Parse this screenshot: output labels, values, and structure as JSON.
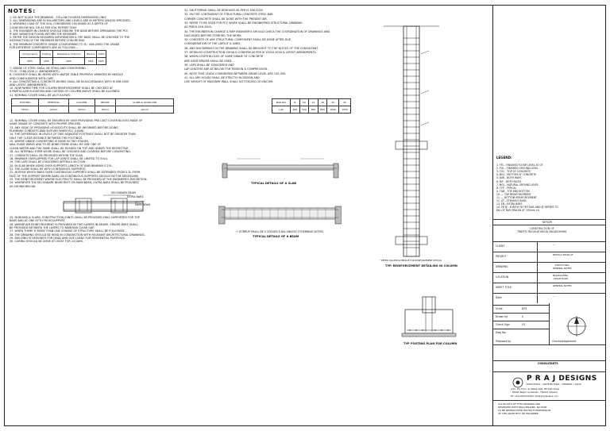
{
  "notes_title": "NOTES:",
  "notes_col1": [
    "1. DO NOT SCALE THE DRAWING - FOLLOW FIGURED DIMENSIONS ONLY.",
    "2. ALL DIMENSIONS ARE IN MILLIMETERS AND LEVELS ARE IN METERS UNLESS SPECIFIED.",
    "3. WORKING LOAD OF THE SOIL CONSIDERED 200 KN/M2 AT A DEPTH OF",
    "   2.00M BELOW NGL OR AS PER SOIL REPORT ONLY.",
    "4. THE ENGINEER-IN-CHARGE SHOULD ENSURE THE BASE BEFORE SPREADING THE PCC",
    "   IF ANY VARIATION FOUND INFORM THE DESIGNER.",
    "5. REFER THE DESIGN REQUIRED INFORMATION & THE BASE SHALL BE CHECKED TO THE",
    "   SATISFACTION OF THE ENGINEER BEFORE CONCRETING.",
    "6. THE MINIMUM CONCRETE GRADE (CONFORMING TO IS : 456-2000) THE GRADE",
    "   FOR DIFFERENT COMPONENTS ARE AS FOLLOWS :-"
  ],
  "grade_table": {
    "headers": [
      "Components",
      "Footing",
      "Pedestal & Columns",
      "Beams",
      "Slabs"
    ],
    "values": [
      "M25",
      "M25",
      "M25",
      "M25",
      "M25"
    ]
  },
  "notes_col1b": [
    "7. GRADE OF STEEL SHALL BE FE500 AND CONFORMING",
    "   TO IS : 1786-2008 (+ AMENDMENTS).",
    "8. CONCRETE SHALL BE MIXED WITH WATER TABLE PROPERLY VIBRATED BY NEEDLE",
    "   AND CONSOLIDATED WITH CARE.",
    "9. ALL CONCRETING & CONCRETE WORKS SHALL BE IN ACCORDANCE WITH IS 456:2000",
    "   AND LATEST AMENDMENTS.",
    "10. NOW WHEN TIME FOR COLUMN REINFORCEMENT SHALL BE CHECKED AT",
    "   A PARTICULAR ELEVATION AND CASTING OF COLUMN ABOVE SHALL BE ALLOWED.",
    "11. NOMINAL COVER SHALL BE AS FOLLOWS:"
  ],
  "cover_table": {
    "headers": [
      "FOOTING",
      "PEDESTAL",
      "COLUMN",
      "BEAMS",
      "SLABS & STAIRCASE"
    ],
    "values": [
      "50mm",
      "40mm",
      "40mm",
      "25mm",
      "20mm"
    ]
  },
  "notes_col1c": [
    "12. NOMINAL COVER SHALL BE ENSURED BY ONLY PROVIDING PRE-CAST COVER BLOCKS MADE OF",
    "   SAME GRADE OF CONCRETE WITH PROPER SPACERS.",
    "13. ANY ISSUE OF PROVIDING HOLES/CUTS SHALL BE INFORMED BEFORE DOING",
    "   PLUMBING CONDUITS AND SLEEVES WHEN PCC (LEAN).",
    "14. THE DIFFERENCE IN LEVELS OF TWO ADJACENT FOOTINGS SHALL NOT BE GREATER THAN",
    "   HALF THE CLEAR DISTANCE BETWEEN THE FOOTINGS.",
    "15. WHERE GRADE CONCRETING IS DONE IN TWO STAGES,",
    "   NAIL GUIDE WIRES AND TO BE BOND THERE SHALL BE ONE ONE OF",
    "   CLEAN WATER AND THE SAME SHALL BE RUSHED ON TOP AND UNDER THE RESPECTIVE.",
    "16. ALL INTERNAL FORM WORK SHALL BE CHECKED AND CLEARED BEFORE CONCRETING.",
    "17. CONDUITS SHALL BE PROVIDED WITHIN THE SLAB.",
    "18. MINIMUM OVERLAPPING FOR LAP JOINTS SHALL BE LIMITED TO 50Ld.",
    "19. THE LAPS SHALL BE STAGGERED WITHIN A SECTION.",
    "20. IN SLAB WHEN USING OVER SUPPORTS LENGTH OF BAR MINIMUM 0.25L.",
    "21. THE SLABS SHALL BE WITH CONTINUOUS SUPPORTS.",
    "22. IN EDGE WHICH BARS OVER CONTINUOUS SUPPORTS SHALL BE EXTENDED FROM 0.3L FROM",
    "   FACE OF THE SUPPORT WHERE BARS ON CONTINUOUS SUPPORTS SHOULD NOT BE NECESSARY.",
    "23. THE REINFORCEMENT WHERE ELECTRICITY SHALL BE PROVIDED AT THE ENGINEER'S DISCRETION.",
    "24. WHENEVER THE SECONDARY BEAM REST ON MAIN BEAM, EXTRA BARS SHALL BE PROVIDED",
    "   AS SHOWN BELOW."
  ],
  "detail_labels": {
    "secondary_beam": "SECONDARY BEAM",
    "extra_bars": "EXTRA BARS",
    "main_beam": "MAIN BEAM"
  },
  "notes_col1d": [
    "25. IN BEAMS & SLABS, CONSTRUCTION JOINTS SHALL BE PROVIDED ONLY SUPPORTED FOR TOP",
    "   BARS AND AT ONE FIFTH FROM SUPPORT.",
    "26. WHENEVER REINFORCEMENT IS PROVIDED IN TWO LAYERS IN BEAMS, SPACER BARS SHALL",
    "   BE PROVIDED BETWEEN THE LAYERS TO MAINTAIN CLEAR GAP.",
    "27. WHEN THERE IS MORE THAN ONE CHANGE OF STRUCTURE SHALL BE FOLLOWED.",
    "28. THE DRAWING SHOULD BE READ IN CONJUNCTION WITH RELEVANT ARCHITECTURAL DRAWINGS.",
    "29. BUILDING IS DESIGNED FOR DEAD AND LIVE LOADS FOR RESIDENTIAL PURPOSES.",
    "30. CURING SHOULD BE DONE AT LEAST FOR 14 DAYS."
  ],
  "notes_col2": [
    "31. SHUTTERING SHALL BE REMOVED AS PER IS 456-2000.",
    "32. ON THE CONTINGENT OF STRUCTURAL CONCRETE STEEL BAR",
    "   CORNER CONCRETE SHALL BE DONE WITH THE PRESENT AIR.",
    "33. REFER TO BE USED FOR PCC WORK SHALL BE ENGINEERED STRUCTURAL DRAWING",
    "   AS PER IS 456-2000.",
    "34. THE ENGINEER-IN-CHARGE & MEP ENGINEER'S SHOULD CHECK THE COORDINATION OF DRAWINGS AND",
    "   DISCUSSED BEFORE STARTING THE WORK.",
    "35. CONCRETE OF ANY STRUCTURAL COMPONENT SHALL BE DONE AFTER DUE",
    "   CONSIDERATION OF THE LAYOUT & LINES.",
    "36. ANY DISCREPANCY IN THE DRAWING SHALL BE BROUGHT TO THE NOTICE OF THE CONSULTANT.",
    "37. DETAILED CONSTRUCTION SHOULD CONFIRM AS PER IS 13920-2016 & LATEST AMENDMENTS.",
    "38. WHEN COVER BLOCKS OF SAME GRADE OF CONCRETE",
    "   ARE USED SPACER SHALL BE USED.",
    "39. LAPS SHALL BE STAGGERED AND",
    "   LAP LENGTHS ARE AS BELOW FOR TENSION & COMPRESSION.",
    "40. NOTE THAT LEADS CONSIDERED BETWEEN GRADE LEVEL ARE 150-300.",
    "41. ALL ARE HOLDS SHALL BE STRICTLY IN DESIGN AND",
    "   LIVE WEIGHT OF MASONRY WALL SHALL NOT EXCEED 20 KN/CUM."
  ],
  "lap_table": {
    "headers": [
      "BAR DIA",
      "8",
      "10",
      "12",
      "16",
      "20",
      "25"
    ],
    "values": [
      "LAP",
      "400",
      "500",
      "600",
      "800",
      "1000",
      "1250"
    ]
  },
  "captions": {
    "slab": "TYPICAL DETAILS OF A SLAB",
    "beam": "TYPICAL DETAILS OF A BEAM",
    "beam_note": "* STIRRUP SHALL BE 2 LEGGED 8 DIA UNLESS OTHERWISE NOTED",
    "column": "TYP. REINFORCEMENT DETAILING IN COLUMN",
    "column_note": "* REFER COLUMN SCHEDULE FOR REINFORCEMENT DETAILS",
    "footing": "TYP FOOTING PLAN FOR COLUMN"
  },
  "legend": {
    "title": "LEGEND:",
    "items": [
      "1. FFL - FINISHED FLOOR LEVEL AT GF",
      "2. FGL - FINISHED GROUND LEVEL",
      "3. TOC - TOP OF CONCRETE",
      "4. BOC - BOTTOM OF CONCRETE",
      "5. B/W - BOTH WAYS",
      "6. B/F - BOTH FACES",
      "7. NGL - NATURAL GROUND LEVEL",
      "8. TYP - TYPICAL",
      "9. T&B - TOP AND BOTTOM",
      "10. — TOP REINFORCEMENT",
      "11. — BOTTOM REINFORCEMENT",
      "12. ST - STRAIGHT BARS",
      "13. EB - EXTRA BARS",
      "14. Y8 @ - 8 WITH Y8 TMT BAR AND @ REFERS TO",
      "    DIA OF BAR SPACED AT 200mm c/c"
    ]
  },
  "title_block": {
    "key_label": "KEY/DR",
    "project": "CONSTRUCTION OF\nTRAFFIC REGULATION AT BALDIGHONG",
    "rows": [
      {
        "label": "CLIENT",
        "value": "—"
      },
      {
        "label": "PROJECT",
        "value": "DETAILS SHOW AT"
      },
      {
        "label": "DRAWING",
        "value": "STRUCTURAL\nGENERAL NOTES"
      },
      {
        "label": "LOCATION",
        "value": "BALDIGHONG,\nASSAM ROAD"
      },
      {
        "label": "SHEET TITLE",
        "value": "GENERAL NOTES"
      },
      {
        "label": "Date",
        "value": "—"
      }
    ],
    "small": [
      {
        "label": "Scale",
        "value": "NTS"
      },
      {
        "label": "Drawn by",
        "value": "S"
      },
      {
        "label": "Check Sign",
        "value": "CS"
      },
      {
        "label": "Dwg No.",
        "value": ""
      }
    ],
    "prepared_label": "Prepared by",
    "checked_label": "Checked/Approved",
    "consultants": "CONSULTANTS",
    "company": "P R A J  DESIGNS",
    "company_sub": "STRUCTURAL • ARCHITECTURAL • INTERIOR • VASTU",
    "company_addr": "2/15, 3rd Floor, Sri Balaji Apts, 4th Main Road\nBikash Nagar, Guwahati - 781021 (Assam)",
    "company_contact": "Ph:+91-XXXXXXXXXX  info@prajdesigns.com",
    "footer_note": "ALL RIGHTS OF THIS DRAWING ARE\nRESERVED WITH PRAJ DESIGNS. NO PART\nTO BE REPRODUCED WITHOUT PERMISSION\nOF THE ARCHITECT OR ENGINEER."
  }
}
